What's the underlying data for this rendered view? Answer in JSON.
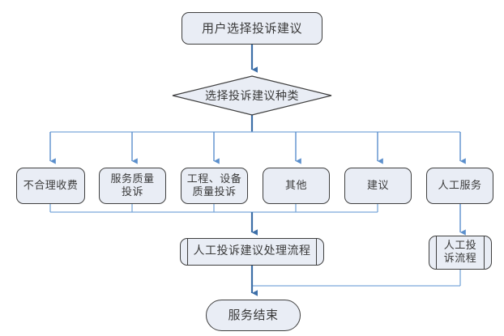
{
  "diagram": {
    "type": "flowchart",
    "colors": {
      "node_fill": "#e9edf5",
      "node_border": "#3f3f3f",
      "text": "#3a3a3a",
      "connector_light": "#7aa7d9",
      "connector_dark": "#3d6fa8",
      "background": "#ffffff"
    },
    "nodes": {
      "start": {
        "label": "用户选择投诉建议",
        "shape": "rounded-rectangle"
      },
      "decision": {
        "label": "选择投诉建议种类",
        "shape": "diamond"
      },
      "options": [
        {
          "label": "不合理收费",
          "shape": "rounded-rectangle"
        },
        {
          "label": "服务质量\n投诉",
          "shape": "rounded-rectangle"
        },
        {
          "label": "工程、设备\n质量投诉",
          "shape": "rounded-rectangle"
        },
        {
          "label": "其他",
          "shape": "rounded-rectangle"
        },
        {
          "label": "建议",
          "shape": "rounded-rectangle"
        },
        {
          "label": "人工服务",
          "shape": "rounded-rectangle"
        }
      ],
      "process_main": {
        "label": "人工投诉建议处理流程",
        "shape": "predefined-process"
      },
      "process_side": {
        "label": "人工投\n诉流程",
        "shape": "predefined-process"
      },
      "end": {
        "label": "服务结束",
        "shape": "terminator"
      }
    }
  }
}
